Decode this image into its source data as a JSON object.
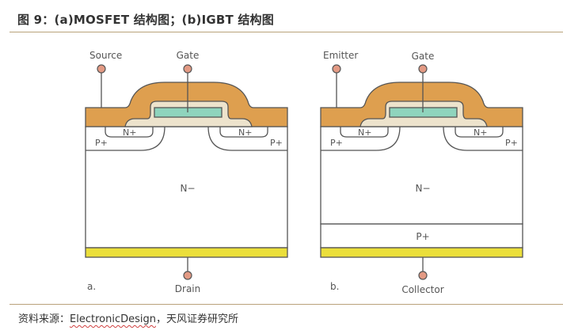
{
  "figure": {
    "title": "图 9：(a)MOSFET 结构图；(b)IGBT 结构图",
    "source_prefix": "资料来源：",
    "source_link": "ElectronicDesign",
    "source_suffix": "，天风证券研究所"
  },
  "colors": {
    "oxide_metal": "#de9f4f",
    "insulator": "#ede3cc",
    "gate_poly": "#8fd4bd",
    "terminal_dot": "#e39a84",
    "collector_metal": "#ebdf3b",
    "rule": "#b9a27a",
    "outline": "#555555"
  },
  "diagrams": [
    {
      "id": "mosfet",
      "caption": "a.",
      "top_left_terminal": "Source",
      "gate_terminal": "Gate",
      "bottom_terminal": "Drain",
      "regions": {
        "n_plus_left": "N+",
        "n_plus_right": "N+",
        "p_plus_left": "P+",
        "p_plus_right": "P+",
        "drift": "N−"
      }
    },
    {
      "id": "igbt",
      "caption": "b.",
      "top_left_terminal": "Emitter",
      "gate_terminal": "Gate",
      "bottom_terminal": "Collector",
      "regions": {
        "n_plus_left": "N+",
        "n_plus_right": "N+",
        "p_plus_left": "P+",
        "p_plus_right": "P+",
        "drift": "N−",
        "p_plus_substrate": "P+"
      }
    }
  ]
}
